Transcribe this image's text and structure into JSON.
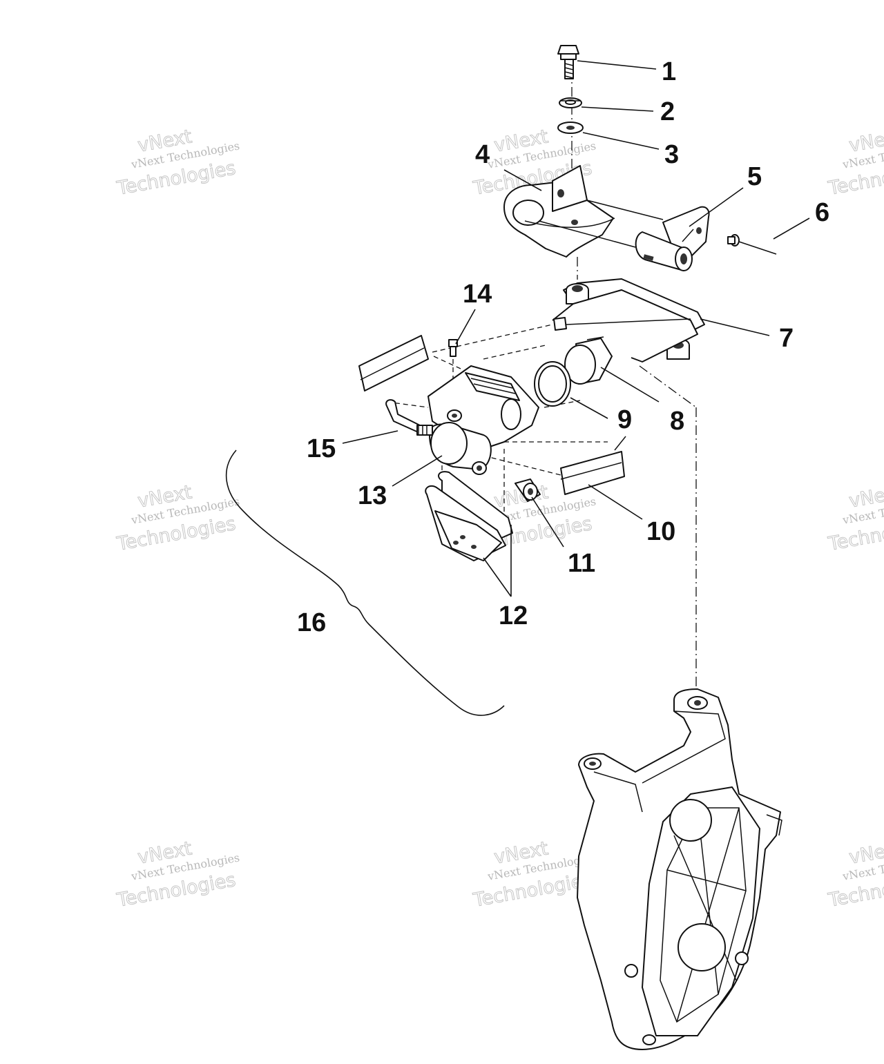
{
  "callouts": [
    {
      "label": "1"
    },
    {
      "label": "2"
    },
    {
      "label": "3"
    },
    {
      "label": "4"
    },
    {
      "label": "5"
    },
    {
      "label": "6"
    },
    {
      "label": "7"
    },
    {
      "label": "8"
    },
    {
      "label": "9"
    },
    {
      "label": "10"
    },
    {
      "label": "11"
    },
    {
      "label": "12"
    },
    {
      "label": "13"
    },
    {
      "label": "14"
    },
    {
      "label": "15"
    },
    {
      "label": "16"
    }
  ],
  "watermark": {
    "line1": "vNext",
    "line2": "vNext Technologies",
    "line3": "Technologies"
  },
  "colors": {
    "line": "#111111",
    "background": "#ffffff",
    "watermark": "#c0c0c0"
  }
}
